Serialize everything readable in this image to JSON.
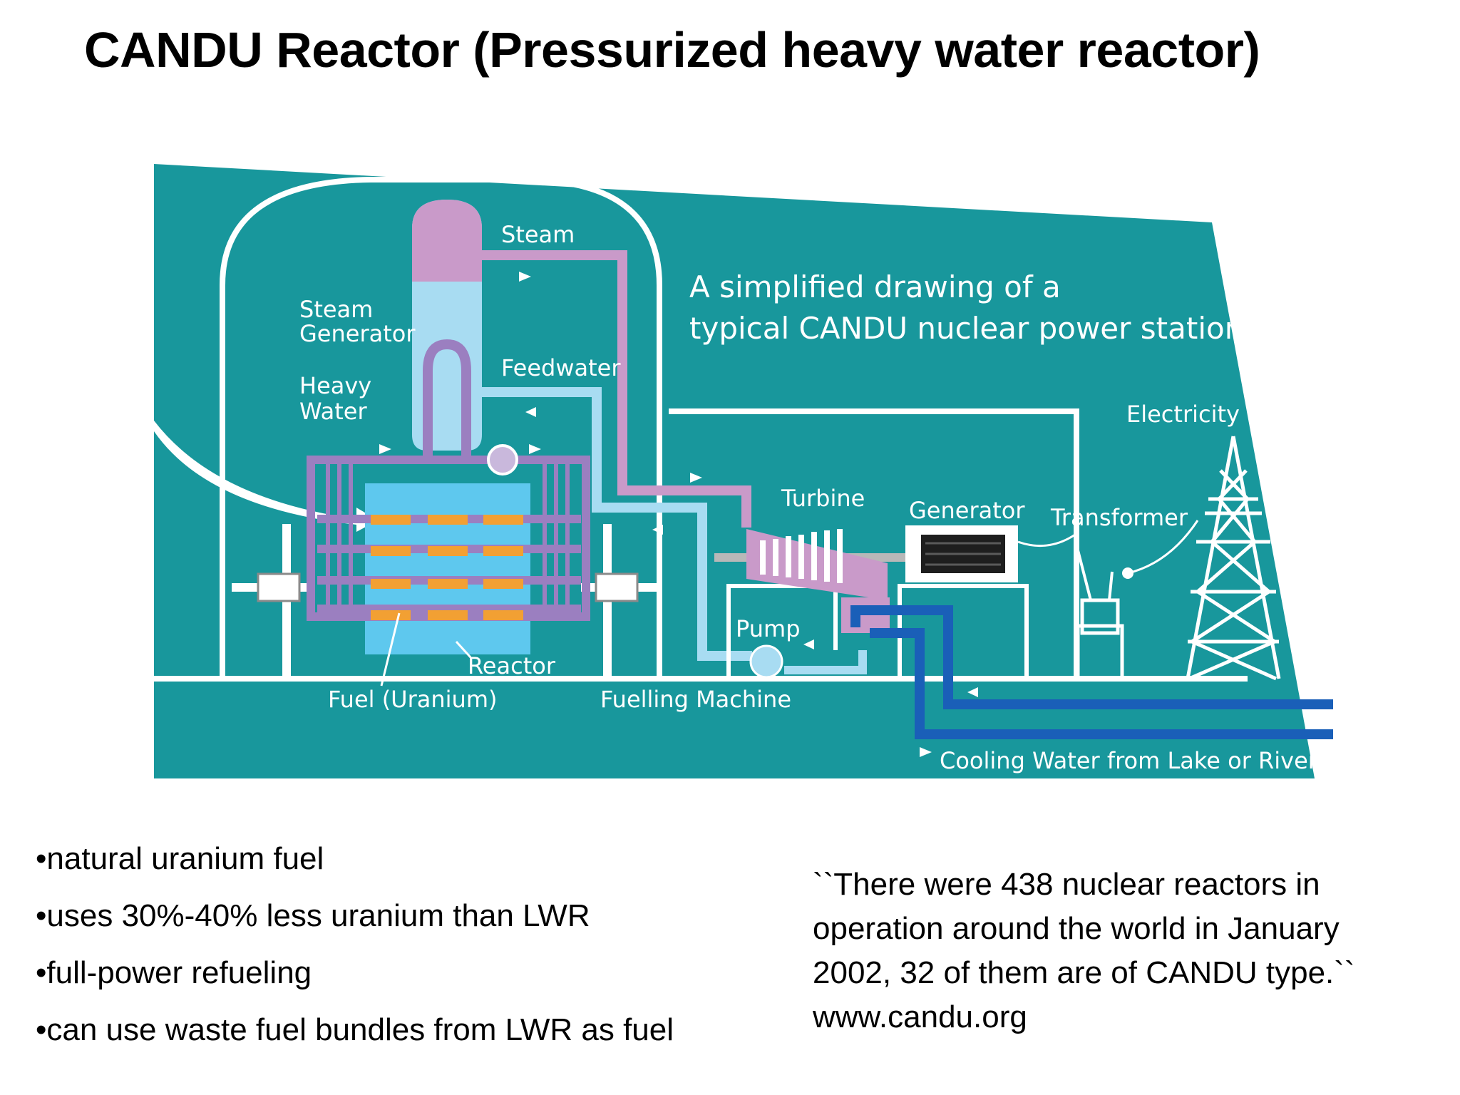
{
  "slide": {
    "title": "CANDU Reactor (Pressurized heavy water reactor)"
  },
  "diagram": {
    "caption": [
      "A simplified drawing of a",
      "typical CANDU nuclear power station"
    ],
    "labels": {
      "steam": "Steam",
      "steam_generator": [
        "Steam",
        "Generator"
      ],
      "heavy_water": [
        "Heavy",
        "Water"
      ],
      "feedwater": "Feedwater",
      "electricity": "Electricity",
      "turbine": "Turbine",
      "generator": "Generator",
      "transformer": "Transformer",
      "pump": "Pump",
      "reactor": "Reactor",
      "fuel": "Fuel (Uranium)",
      "fuelling_machine": "Fuelling Machine",
      "cooling_water": "Cooling Water from Lake or River"
    },
    "colors": {
      "background": "#18979c",
      "heavy_water_pipe": "#9b7fc0",
      "steam_pink": "#c99ac9",
      "feedwater_pipe": "#a8dcf2",
      "cooling_pipe": "#1a5fb8",
      "fuel": "#f2a033",
      "reactor_core": "#5ec8ee",
      "structure": "#ffffff"
    }
  },
  "bullets": [
    "•natural uranium fuel",
    "•uses 30%-40% less uranium than LWR",
    "•full-power refueling",
    "•can use waste fuel bundles from LWR as fuel"
  ],
  "quote": {
    "lines": [
      "``There were 438 nuclear reactors in",
      "operation around the world in January",
      "2002, 32 of them are of CANDU type.``",
      "www.candu.org"
    ]
  }
}
